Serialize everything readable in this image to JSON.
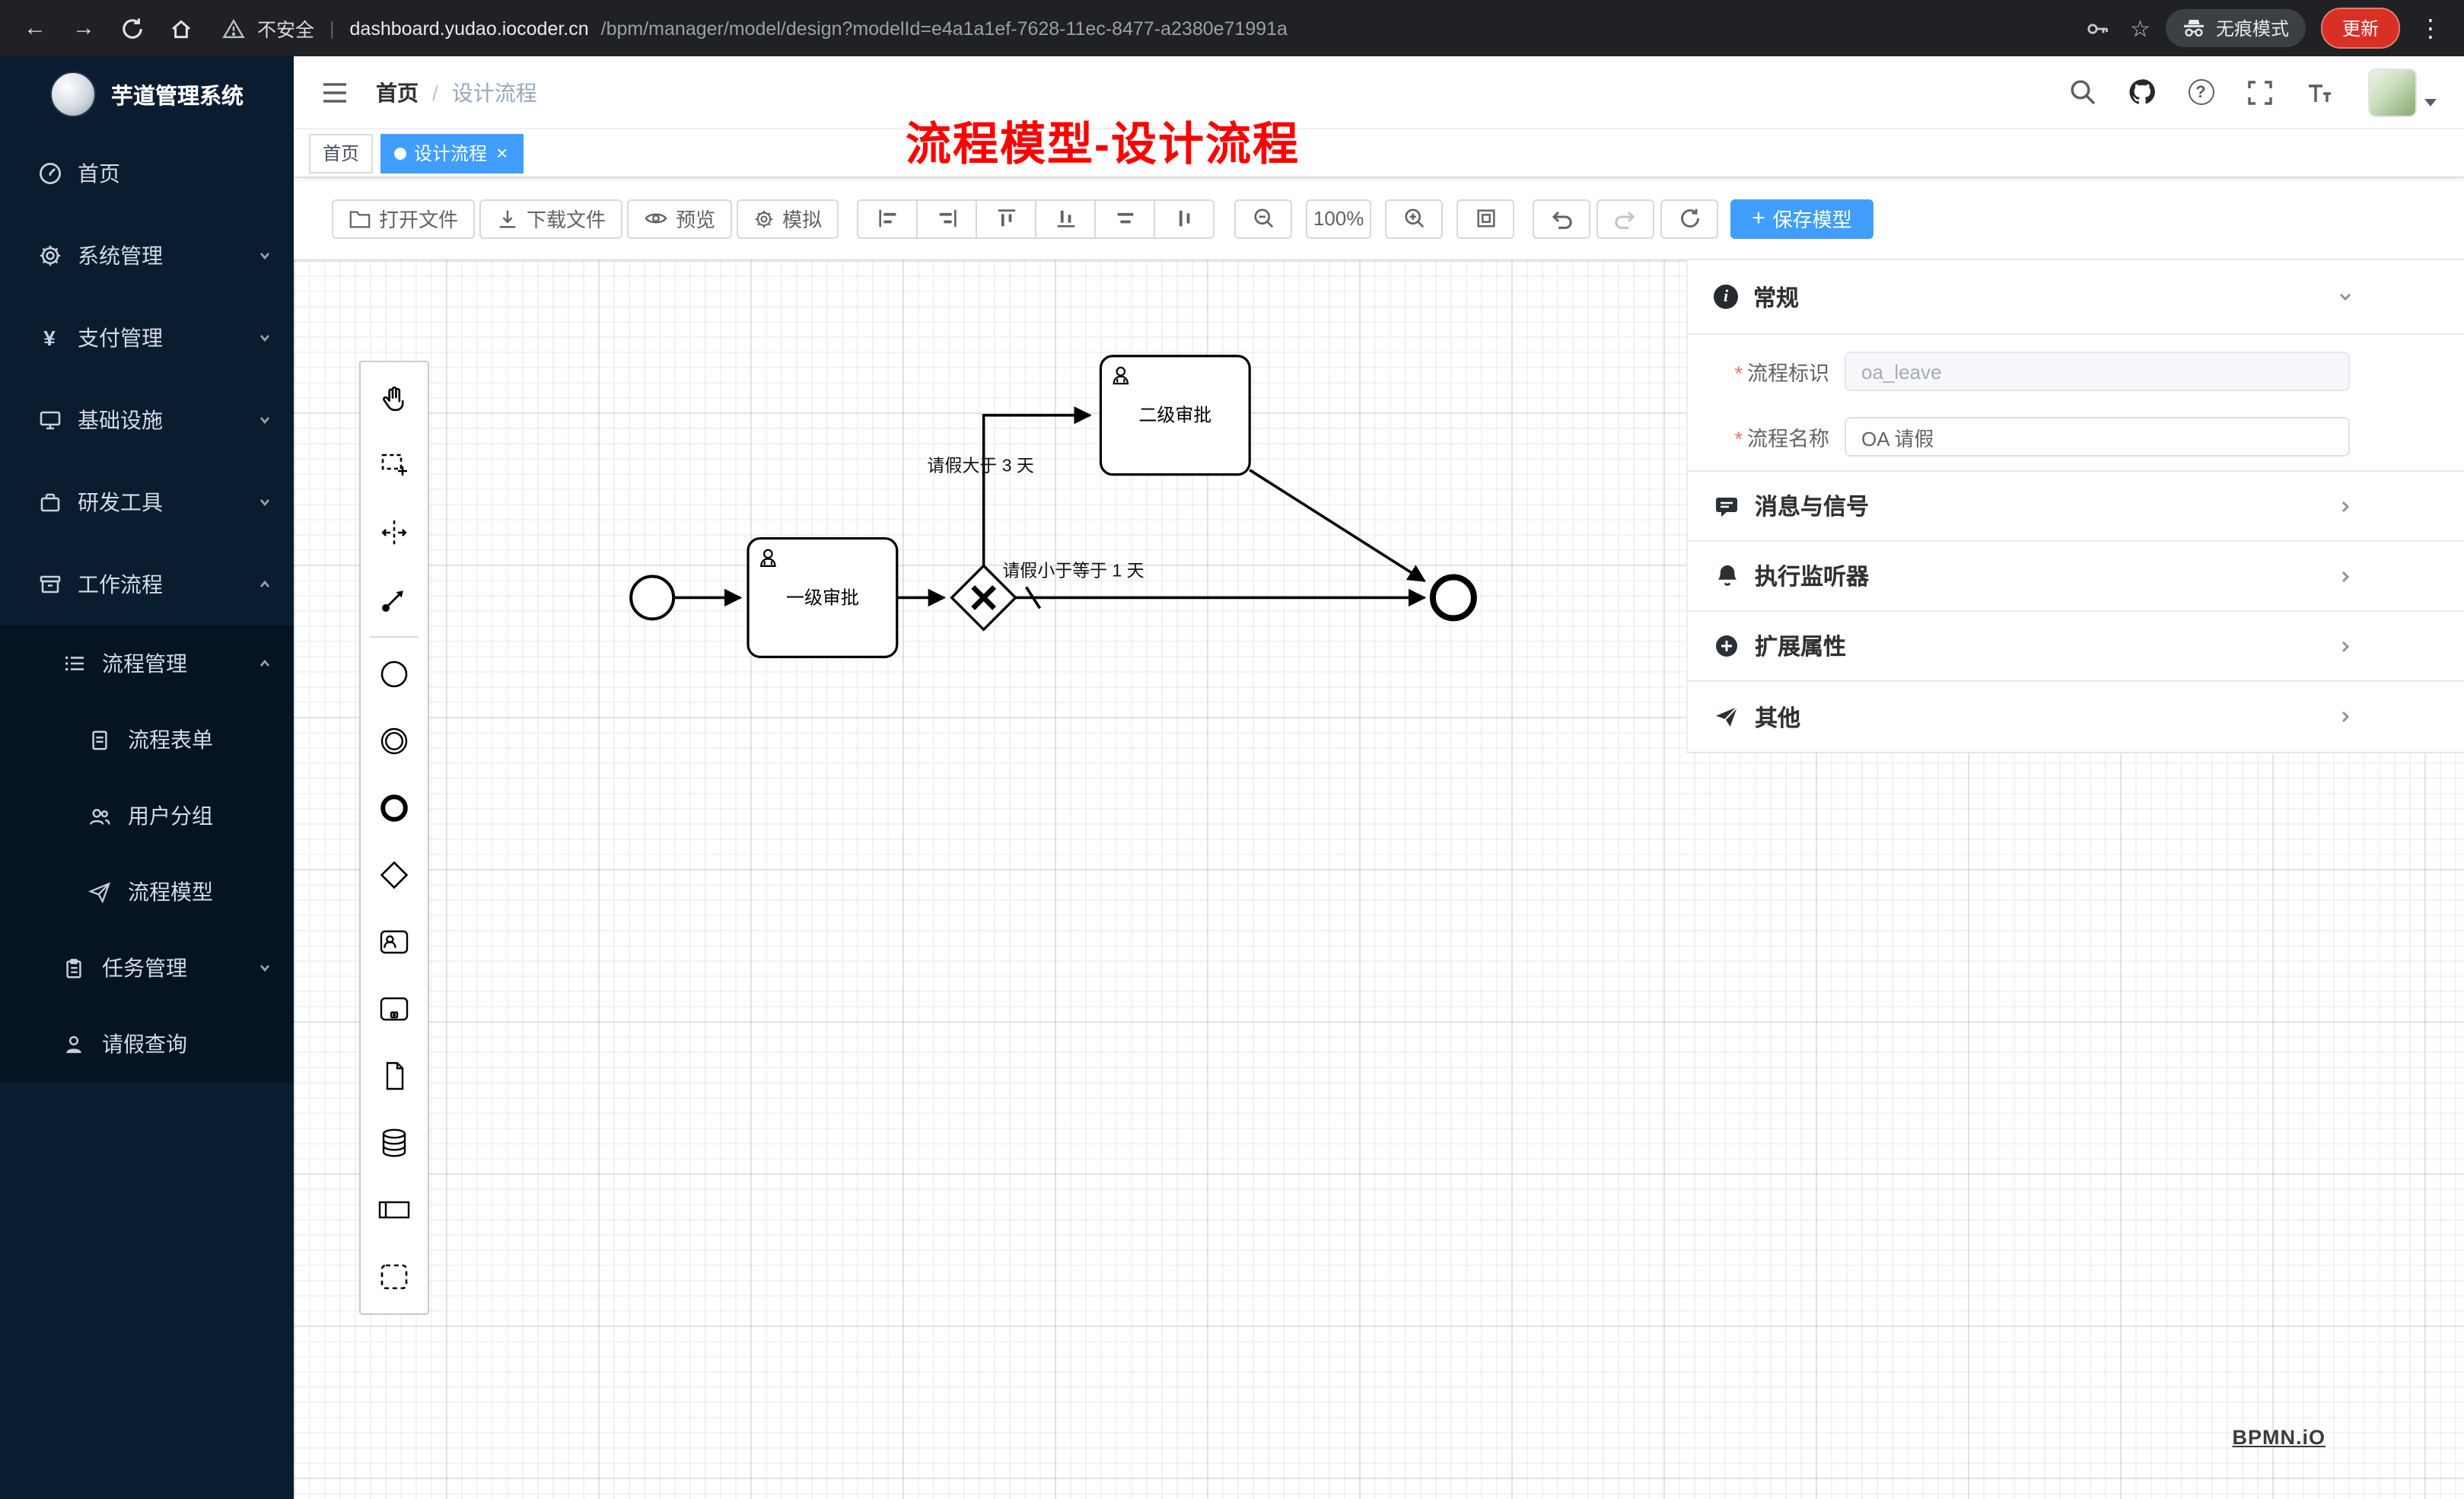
{
  "browser": {
    "security": "不安全",
    "url_domain": "dashboard.yudao.iocoder.cn",
    "url_path": "/bpm/manager/model/design?modelId=e4a1a1ef-7628-11ec-8477-a2380e71991a",
    "incognito": "无痕模式",
    "update": "更新"
  },
  "icons": {
    "back": "←",
    "forward": "→",
    "star": "☆",
    "menu_dots": "⋮",
    "yen": "¥",
    "help": "?",
    "info": "i",
    "close": "×",
    "plus": "+",
    "vbar": "|"
  },
  "sidebar": {
    "title": "芋道管理系统",
    "items": [
      {
        "label": "首页"
      },
      {
        "label": "系统管理"
      },
      {
        "label": "支付管理"
      },
      {
        "label": "基础设施"
      },
      {
        "label": "研发工具"
      },
      {
        "label": "工作流程"
      },
      {
        "label": "流程管理"
      },
      {
        "label": "流程表单"
      },
      {
        "label": "用户分组"
      },
      {
        "label": "流程模型"
      },
      {
        "label": "任务管理"
      },
      {
        "label": "请假查询"
      }
    ]
  },
  "navbar": {
    "breadcrumb_home": "首页",
    "breadcrumb_sep": "/",
    "breadcrumb_current": "设计流程"
  },
  "annotation": "流程模型-设计流程",
  "tabs": {
    "home": "首页",
    "design": "设计流程"
  },
  "toolbar": {
    "open": "打开文件",
    "download": "下载文件",
    "preview": "预览",
    "simulate": "模拟",
    "zoom": "100%",
    "save": "保存模型"
  },
  "diagram": {
    "task1": "一级审批",
    "task2": "二级审批",
    "flow_gt": "请假大于 3 天",
    "flow_le": "请假小于等于 1 天"
  },
  "panel": {
    "general_title": "常规",
    "key_label": "流程标识",
    "key_value": "oa_leave",
    "name_label": "流程名称",
    "name_value": "OA 请假",
    "section_message": "消息与信号",
    "section_listener": "执行监听器",
    "section_ext": "扩展属性",
    "section_other": "其他"
  },
  "watermark": "BPMN.iO",
  "colors": {
    "accent": "#409eff",
    "sidebar_bg": "#0a1c30",
    "annotation": "#ff0000",
    "update_badge": "#d93025"
  }
}
